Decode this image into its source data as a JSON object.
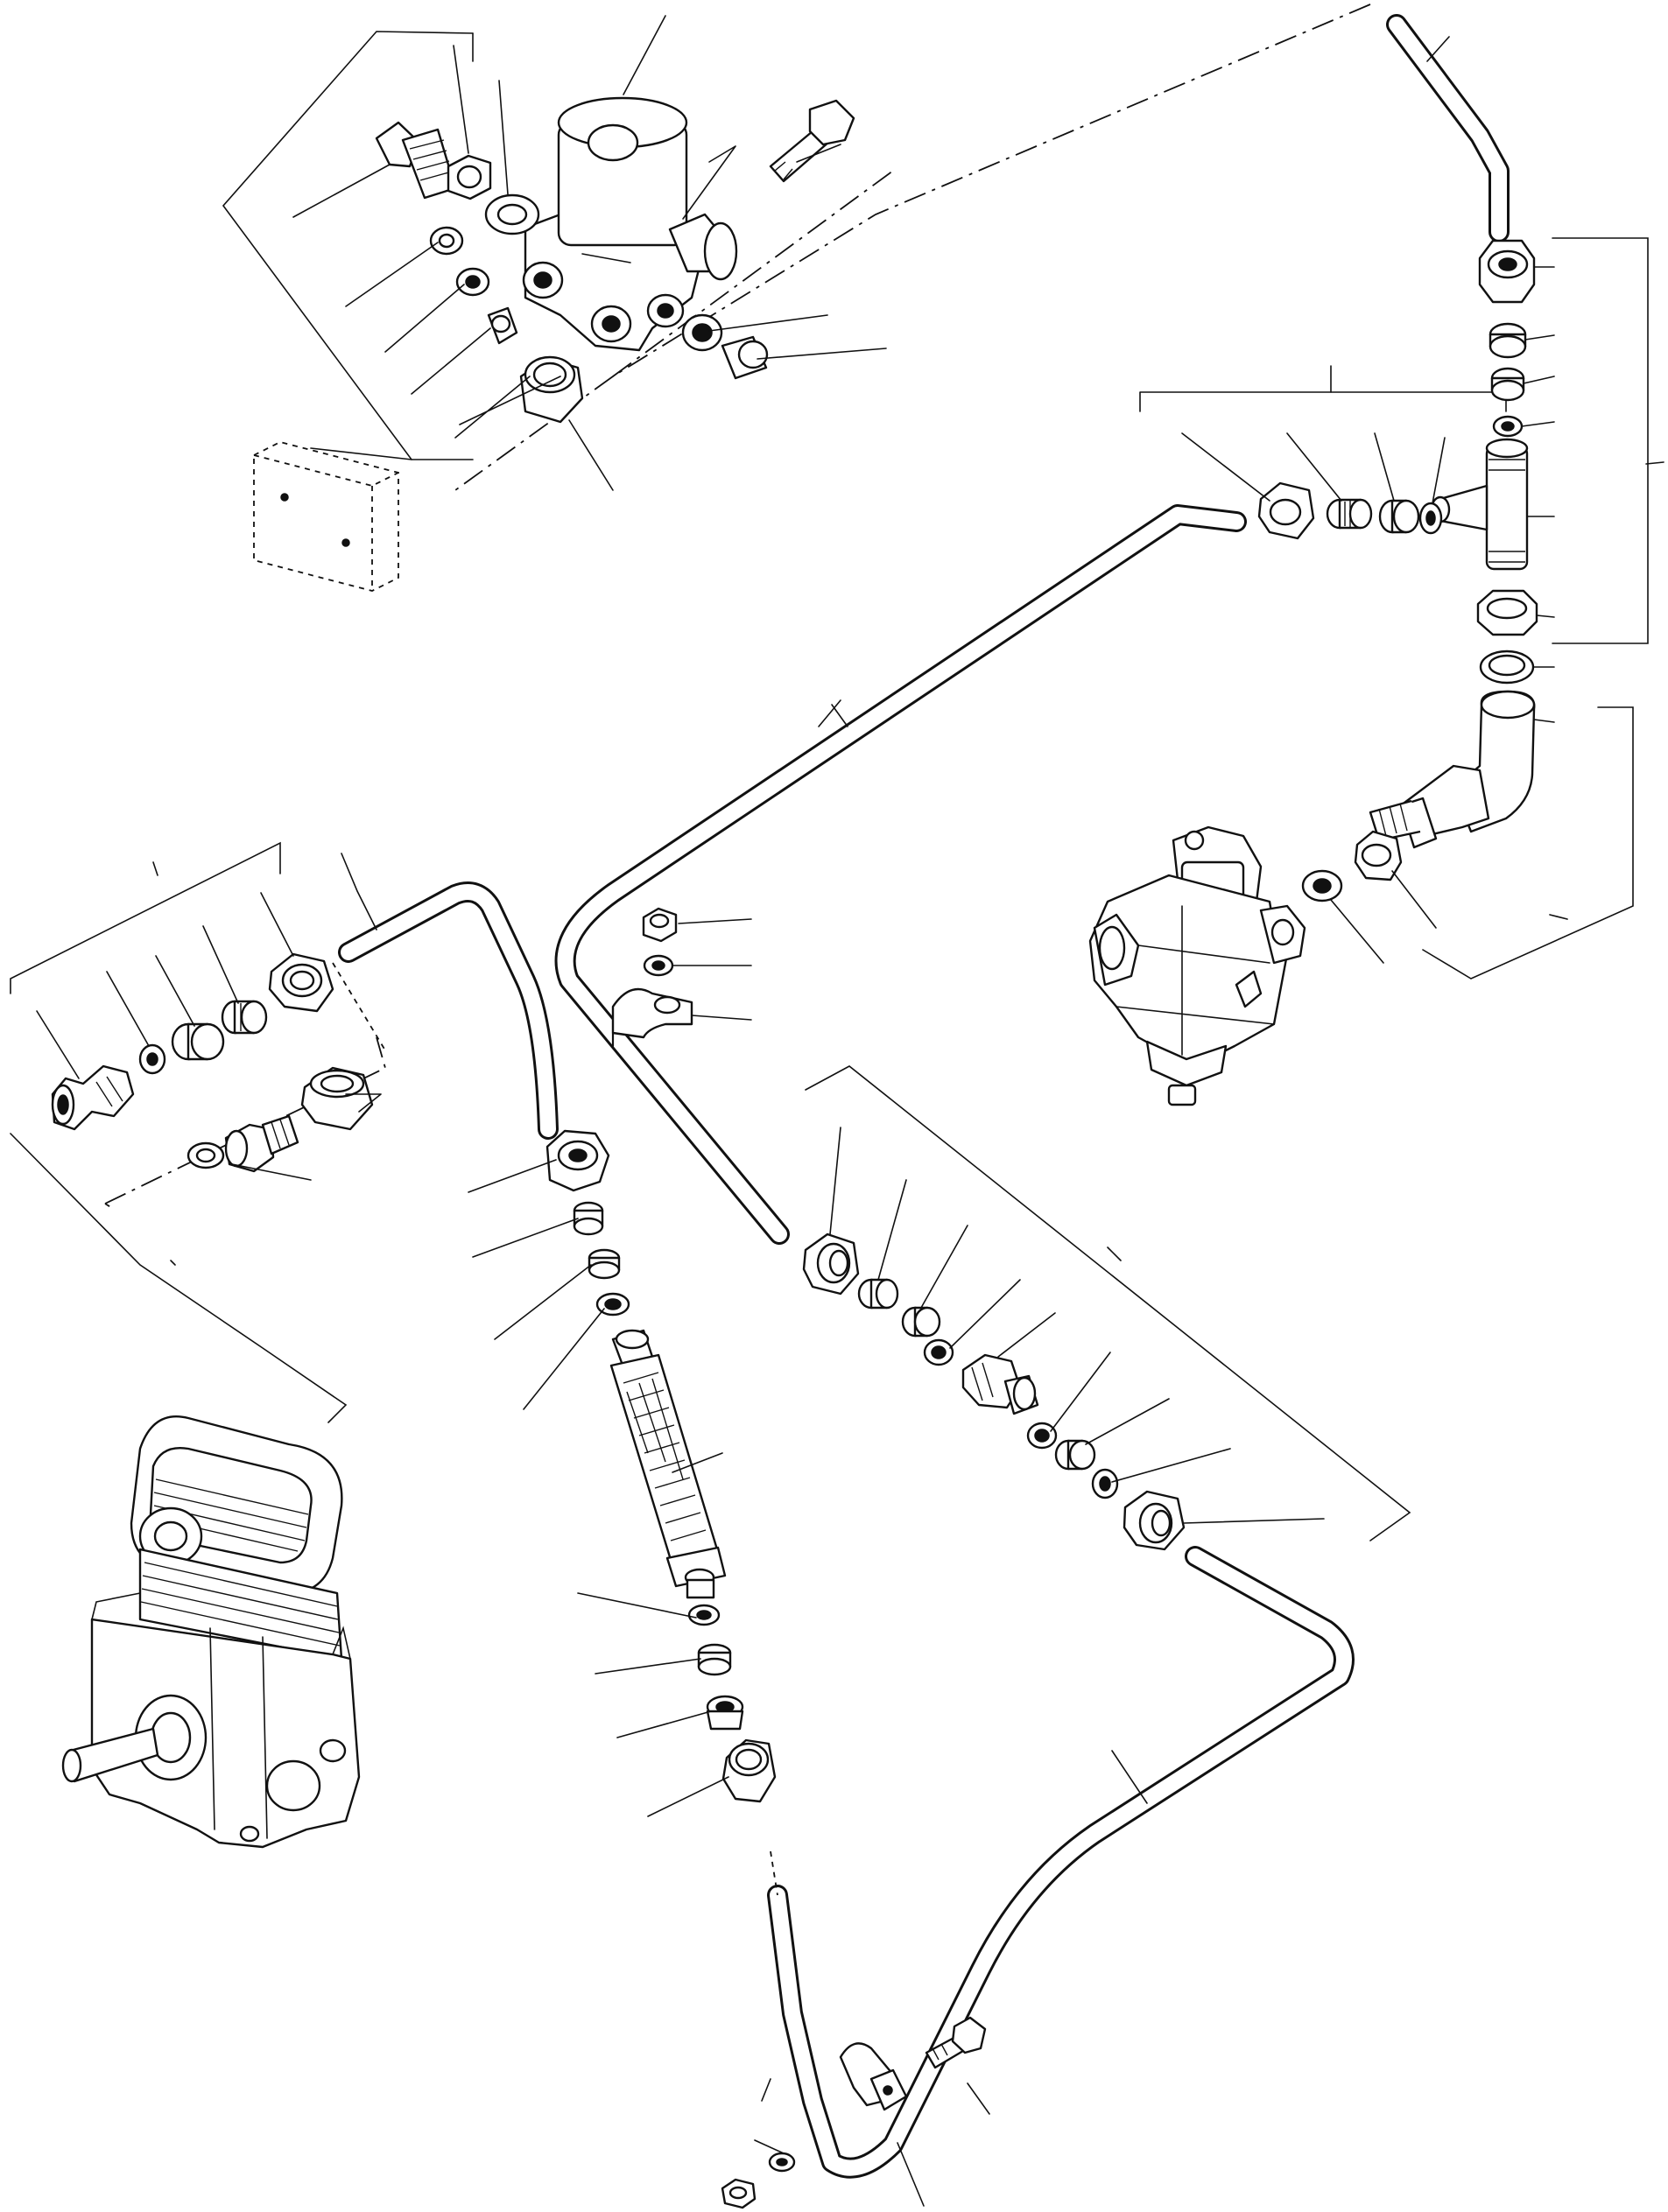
{
  "diagram": {
    "components": [
      {
        "id": "reservoir-valve",
        "icon": "valve-with-reservoir-icon"
      },
      {
        "id": "bracket-block",
        "icon": "mounting-block-icon"
      },
      {
        "id": "governor",
        "icon": "air-governor-icon"
      },
      {
        "id": "air-compressor",
        "icon": "air-compressor-icon"
      },
      {
        "id": "inline-filter",
        "icon": "inline-filter-icon"
      },
      {
        "id": "tee-fitting",
        "icon": "tee-fitting-icon"
      },
      {
        "id": "elbow-fitting",
        "icon": "elbow-fitting-icon"
      }
    ],
    "tubes": [
      {
        "id": "tube-top-right",
        "icon": "air-tube-icon"
      },
      {
        "id": "tube-long-diagonal",
        "icon": "air-tube-icon"
      },
      {
        "id": "tube-compressor-outlet",
        "icon": "air-tube-icon"
      },
      {
        "id": "tube-lower-loop",
        "icon": "air-tube-icon"
      }
    ],
    "callout_count": 62,
    "line_color": "#111111",
    "background": "#ffffff"
  }
}
